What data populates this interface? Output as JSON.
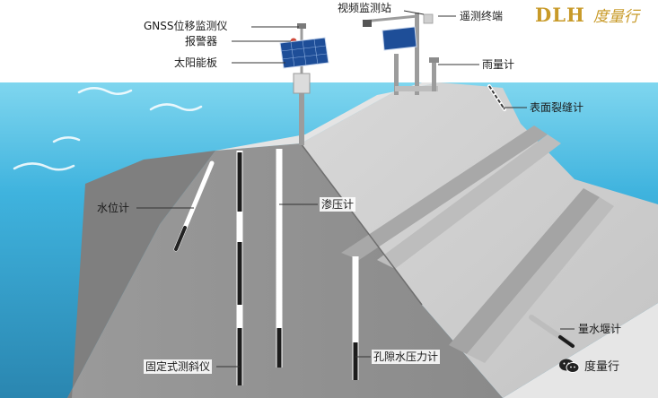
{
  "brand": {
    "name": "DLH",
    "slogan": "度量行"
  },
  "footer": {
    "account": "度量行"
  },
  "labels": {
    "gnss": "GNSS位移监测仪",
    "alarm": "报警器",
    "solar": "太阳能板",
    "video": "视频监测站",
    "rtu": "遥测终端",
    "rain": "雨量计",
    "crack": "表面裂缝计",
    "water_level": "水位计",
    "piezometer": "渗压计",
    "weir": "量水堰计",
    "inclinometer": "固定式测斜仪",
    "pore_pressure": "孔隙水压力计"
  },
  "colors": {
    "water_light": "#5ec8e8",
    "water_deep": "#2e8fb8",
    "concrete_light": "#dcdcdc",
    "concrete_dark": "#8e8e8e",
    "brand": "#c89a28"
  }
}
